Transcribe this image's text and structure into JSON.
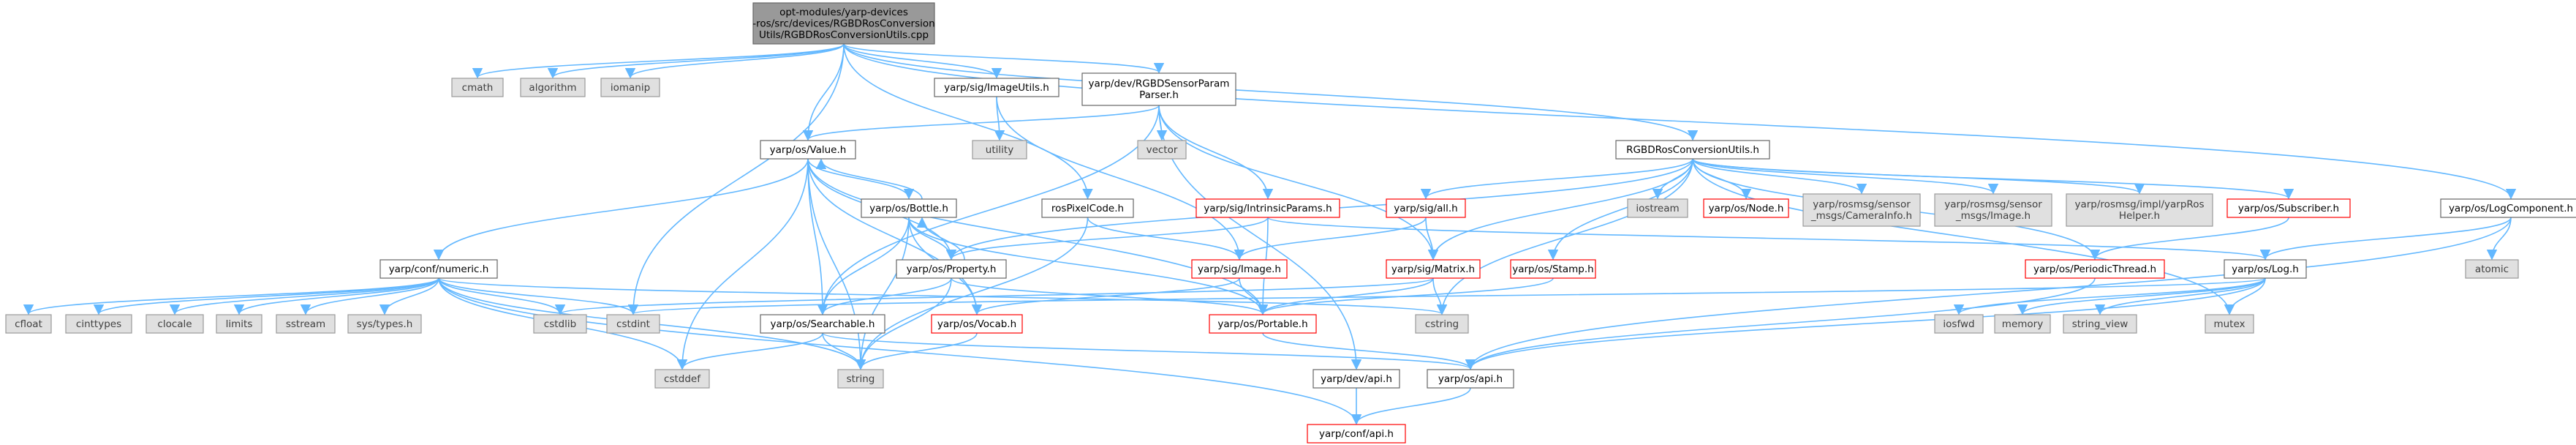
{
  "colors": {
    "edge": "#63b8ff",
    "node_border": "#666666",
    "node_red_border": "#ff0000",
    "node_fill": "#ffffff",
    "root_fill": "#999999",
    "external_fill": "#e0e0e0"
  },
  "nodes": [
    {
      "id": "root",
      "kind": "root",
      "lines": [
        "opt-modules/yarp-devices",
        "-ros/src/devices/RGBDRosConversion",
        "Utils/RGBDRosConversionUtils.cpp"
      ]
    },
    {
      "id": "cmath",
      "kind": "gray",
      "lines": [
        "cmath"
      ]
    },
    {
      "id": "algorithm",
      "kind": "gray",
      "lines": [
        "algorithm"
      ]
    },
    {
      "id": "iomanip",
      "kind": "gray",
      "lines": [
        "iomanip"
      ]
    },
    {
      "id": "imageutils",
      "kind": "plain",
      "lines": [
        "yarp/sig/ImageUtils.h"
      ]
    },
    {
      "id": "rgbdparser",
      "kind": "plain",
      "lines": [
        "yarp/dev/RGBDSensorParam",
        "Parser.h"
      ]
    },
    {
      "id": "utility",
      "kind": "gray",
      "lines": [
        "utility"
      ]
    },
    {
      "id": "vector",
      "kind": "gray",
      "lines": [
        "vector"
      ]
    },
    {
      "id": "value",
      "kind": "plain",
      "lines": [
        "yarp/os/Value.h"
      ]
    },
    {
      "id": "bottle",
      "kind": "plain",
      "lines": [
        "yarp/os/Bottle.h"
      ]
    },
    {
      "id": "rospixel",
      "kind": "plain",
      "lines": [
        "rosPixelCode.h"
      ]
    },
    {
      "id": "intrinsic",
      "kind": "red",
      "lines": [
        "yarp/sig/IntrinsicParams.h"
      ]
    },
    {
      "id": "rgbdutils",
      "kind": "plain",
      "lines": [
        "RGBDRosConversionUtils.h"
      ]
    },
    {
      "id": "all",
      "kind": "red",
      "lines": [
        "yarp/sig/all.h"
      ]
    },
    {
      "id": "iostream",
      "kind": "gray",
      "lines": [
        "iostream"
      ]
    },
    {
      "id": "node",
      "kind": "red",
      "lines": [
        "yarp/os/Node.h"
      ]
    },
    {
      "id": "camerainfo",
      "kind": "gray",
      "lines": [
        "yarp/rosmsg/sensor",
        "_msgs/CameraInfo.h"
      ]
    },
    {
      "id": "rosimage",
      "kind": "gray",
      "lines": [
        "yarp/rosmsg/sensor",
        "_msgs/Image.h"
      ]
    },
    {
      "id": "rosheader",
      "kind": "gray",
      "lines": [
        "yarp/rosmsg/impl/yarpRos",
        "Helper.h"
      ]
    },
    {
      "id": "subscriber",
      "kind": "red",
      "lines": [
        "yarp/os/Subscriber.h"
      ]
    },
    {
      "id": "logcomponent",
      "kind": "plain",
      "lines": [
        "yarp/os/LogComponent.h"
      ]
    },
    {
      "id": "numeric",
      "kind": "plain",
      "lines": [
        "yarp/conf/numeric.h"
      ]
    },
    {
      "id": "property",
      "kind": "plain",
      "lines": [
        "yarp/os/Property.h"
      ]
    },
    {
      "id": "image",
      "kind": "red",
      "lines": [
        "yarp/sig/Image.h"
      ]
    },
    {
      "id": "matrix",
      "kind": "red",
      "lines": [
        "yarp/sig/Matrix.h"
      ]
    },
    {
      "id": "stamp",
      "kind": "red",
      "lines": [
        "yarp/os/Stamp.h"
      ]
    },
    {
      "id": "periodic",
      "kind": "red",
      "lines": [
        "yarp/os/PeriodicThread.h"
      ]
    },
    {
      "id": "log",
      "kind": "plain",
      "lines": [
        "yarp/os/Log.h"
      ]
    },
    {
      "id": "atomic",
      "kind": "gray",
      "lines": [
        "atomic"
      ]
    },
    {
      "id": "cfloat",
      "kind": "gray",
      "lines": [
        "cfloat"
      ]
    },
    {
      "id": "cinttypes",
      "kind": "gray",
      "lines": [
        "cinttypes"
      ]
    },
    {
      "id": "clocale",
      "kind": "gray",
      "lines": [
        "clocale"
      ]
    },
    {
      "id": "limits",
      "kind": "gray",
      "lines": [
        "limits"
      ]
    },
    {
      "id": "sstream",
      "kind": "gray",
      "lines": [
        "sstream"
      ]
    },
    {
      "id": "systypes",
      "kind": "gray",
      "lines": [
        "sys/types.h"
      ]
    },
    {
      "id": "cstdlib",
      "kind": "gray",
      "lines": [
        "cstdlib"
      ]
    },
    {
      "id": "cstdint",
      "kind": "gray",
      "lines": [
        "cstdint"
      ]
    },
    {
      "id": "searchable",
      "kind": "plain",
      "lines": [
        "yarp/os/Searchable.h"
      ]
    },
    {
      "id": "vocab",
      "kind": "red",
      "lines": [
        "yarp/os/Vocab.h"
      ]
    },
    {
      "id": "portable",
      "kind": "red",
      "lines": [
        "yarp/os/Portable.h"
      ]
    },
    {
      "id": "cstring",
      "kind": "gray",
      "lines": [
        "cstring"
      ]
    },
    {
      "id": "iosfwd",
      "kind": "gray",
      "lines": [
        "iosfwd"
      ]
    },
    {
      "id": "memory",
      "kind": "gray",
      "lines": [
        "memory"
      ]
    },
    {
      "id": "stringview",
      "kind": "gray",
      "lines": [
        "string_view"
      ]
    },
    {
      "id": "mutex",
      "kind": "gray",
      "lines": [
        "mutex"
      ]
    },
    {
      "id": "cstddef",
      "kind": "gray",
      "lines": [
        "cstddef"
      ]
    },
    {
      "id": "string",
      "kind": "gray",
      "lines": [
        "string"
      ]
    },
    {
      "id": "devapi",
      "kind": "plain",
      "lines": [
        "yarp/dev/api.h"
      ]
    },
    {
      "id": "osapi",
      "kind": "plain",
      "lines": [
        "yarp/os/api.h"
      ]
    },
    {
      "id": "confapi",
      "kind": "red",
      "lines": [
        "yarp/conf/api.h"
      ]
    }
  ],
  "edges": [
    [
      "root",
      "cmath"
    ],
    [
      "root",
      "algorithm"
    ],
    [
      "root",
      "iomanip"
    ],
    [
      "root",
      "imageutils"
    ],
    [
      "root",
      "rgbdparser"
    ],
    [
      "root",
      "value"
    ],
    [
      "root",
      "rospixel"
    ],
    [
      "root",
      "rgbdutils"
    ],
    [
      "root",
      "logcomponent"
    ],
    [
      "root",
      "cstdint"
    ],
    [
      "imageutils",
      "utility"
    ],
    [
      "imageutils",
      "image"
    ],
    [
      "rgbdparser",
      "vector"
    ],
    [
      "rgbdparser",
      "value"
    ],
    [
      "rgbdparser",
      "intrinsic"
    ],
    [
      "rgbdparser",
      "matrix"
    ],
    [
      "rgbdparser",
      "devapi"
    ],
    [
      "rgbdparser",
      "searchable"
    ],
    [
      "value",
      "numeric"
    ],
    [
      "value",
      "bottle"
    ],
    [
      "value",
      "searchable"
    ],
    [
      "value",
      "vocab"
    ],
    [
      "value",
      "portable"
    ],
    [
      "value",
      "string"
    ],
    [
      "value",
      "cstddef"
    ],
    [
      "value",
      "property"
    ],
    [
      "bottle",
      "value"
    ],
    [
      "bottle",
      "property"
    ],
    [
      "bottle",
      "searchable"
    ],
    [
      "bottle",
      "vocab"
    ],
    [
      "bottle",
      "portable"
    ],
    [
      "bottle",
      "string"
    ],
    [
      "property",
      "bottle"
    ],
    [
      "property",
      "searchable"
    ],
    [
      "property",
      "portable"
    ],
    [
      "property",
      "string"
    ],
    [
      "rospixel",
      "image"
    ],
    [
      "rospixel",
      "string"
    ],
    [
      "intrinsic",
      "property"
    ],
    [
      "intrinsic",
      "portable"
    ],
    [
      "intrinsic",
      "log"
    ],
    [
      "rgbdutils",
      "all"
    ],
    [
      "rgbdutils",
      "iostream"
    ],
    [
      "rgbdutils",
      "node"
    ],
    [
      "rgbdutils",
      "camerainfo"
    ],
    [
      "rgbdutils",
      "rosimage"
    ],
    [
      "rgbdutils",
      "rosheader"
    ],
    [
      "rgbdutils",
      "subscriber"
    ],
    [
      "rgbdutils",
      "matrix"
    ],
    [
      "rgbdutils",
      "stamp"
    ],
    [
      "rgbdutils",
      "periodic"
    ],
    [
      "rgbdutils",
      "property"
    ],
    [
      "rgbdutils",
      "cstring"
    ],
    [
      "rgbdutils",
      "mutex"
    ],
    [
      "all",
      "matrix"
    ],
    [
      "all",
      "image"
    ],
    [
      "subscriber",
      "periodic"
    ],
    [
      "logcomponent",
      "atomic"
    ],
    [
      "logcomponent",
      "log"
    ],
    [
      "logcomponent",
      "osapi"
    ],
    [
      "numeric",
      "cfloat"
    ],
    [
      "numeric",
      "cinttypes"
    ],
    [
      "numeric",
      "clocale"
    ],
    [
      "numeric",
      "limits"
    ],
    [
      "numeric",
      "sstream"
    ],
    [
      "numeric",
      "systypes"
    ],
    [
      "numeric",
      "cstdlib"
    ],
    [
      "numeric",
      "cstdint"
    ],
    [
      "numeric",
      "string"
    ],
    [
      "numeric",
      "cstddef"
    ],
    [
      "numeric",
      "confapi"
    ],
    [
      "numeric",
      "cstring"
    ],
    [
      "image",
      "portable"
    ],
    [
      "image",
      "vocab"
    ],
    [
      "matrix",
      "portable"
    ],
    [
      "matrix",
      "cstring"
    ],
    [
      "matrix",
      "cstdlib"
    ],
    [
      "stamp",
      "portable"
    ],
    [
      "periodic",
      "osapi"
    ],
    [
      "log",
      "iosfwd"
    ],
    [
      "log",
      "memory"
    ],
    [
      "log",
      "stringview"
    ],
    [
      "log",
      "mutex"
    ],
    [
      "log",
      "osapi"
    ],
    [
      "log",
      "cstdint"
    ],
    [
      "searchable",
      "string"
    ],
    [
      "searchable",
      "cstddef"
    ],
    [
      "searchable",
      "osapi"
    ],
    [
      "vocab",
      "string"
    ],
    [
      "portable",
      "osapi"
    ],
    [
      "devapi",
      "confapi"
    ],
    [
      "osapi",
      "confapi"
    ]
  ]
}
